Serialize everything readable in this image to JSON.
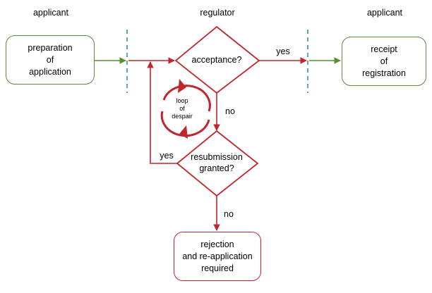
{
  "lanes": {
    "left": "applicant",
    "center": "regulator",
    "right": "applicant"
  },
  "nodes": {
    "preparation": "preparation\nof\napplication",
    "acceptance": "acceptance?",
    "receipt": "receipt\nof\nregistration",
    "loop": "loop\nof\ndespair",
    "resubmission": "resubmission\ngranted?",
    "rejection": "rejection\nand re-application\nrequired"
  },
  "edges": {
    "acceptance_yes": "yes",
    "acceptance_no": "no",
    "resubmission_yes": "yes",
    "resubmission_no": "no"
  },
  "colors": {
    "applicant_stroke": "#5a8f36",
    "regulator_stroke": "#c0262c",
    "lane_divider": "#2f8fb3"
  }
}
